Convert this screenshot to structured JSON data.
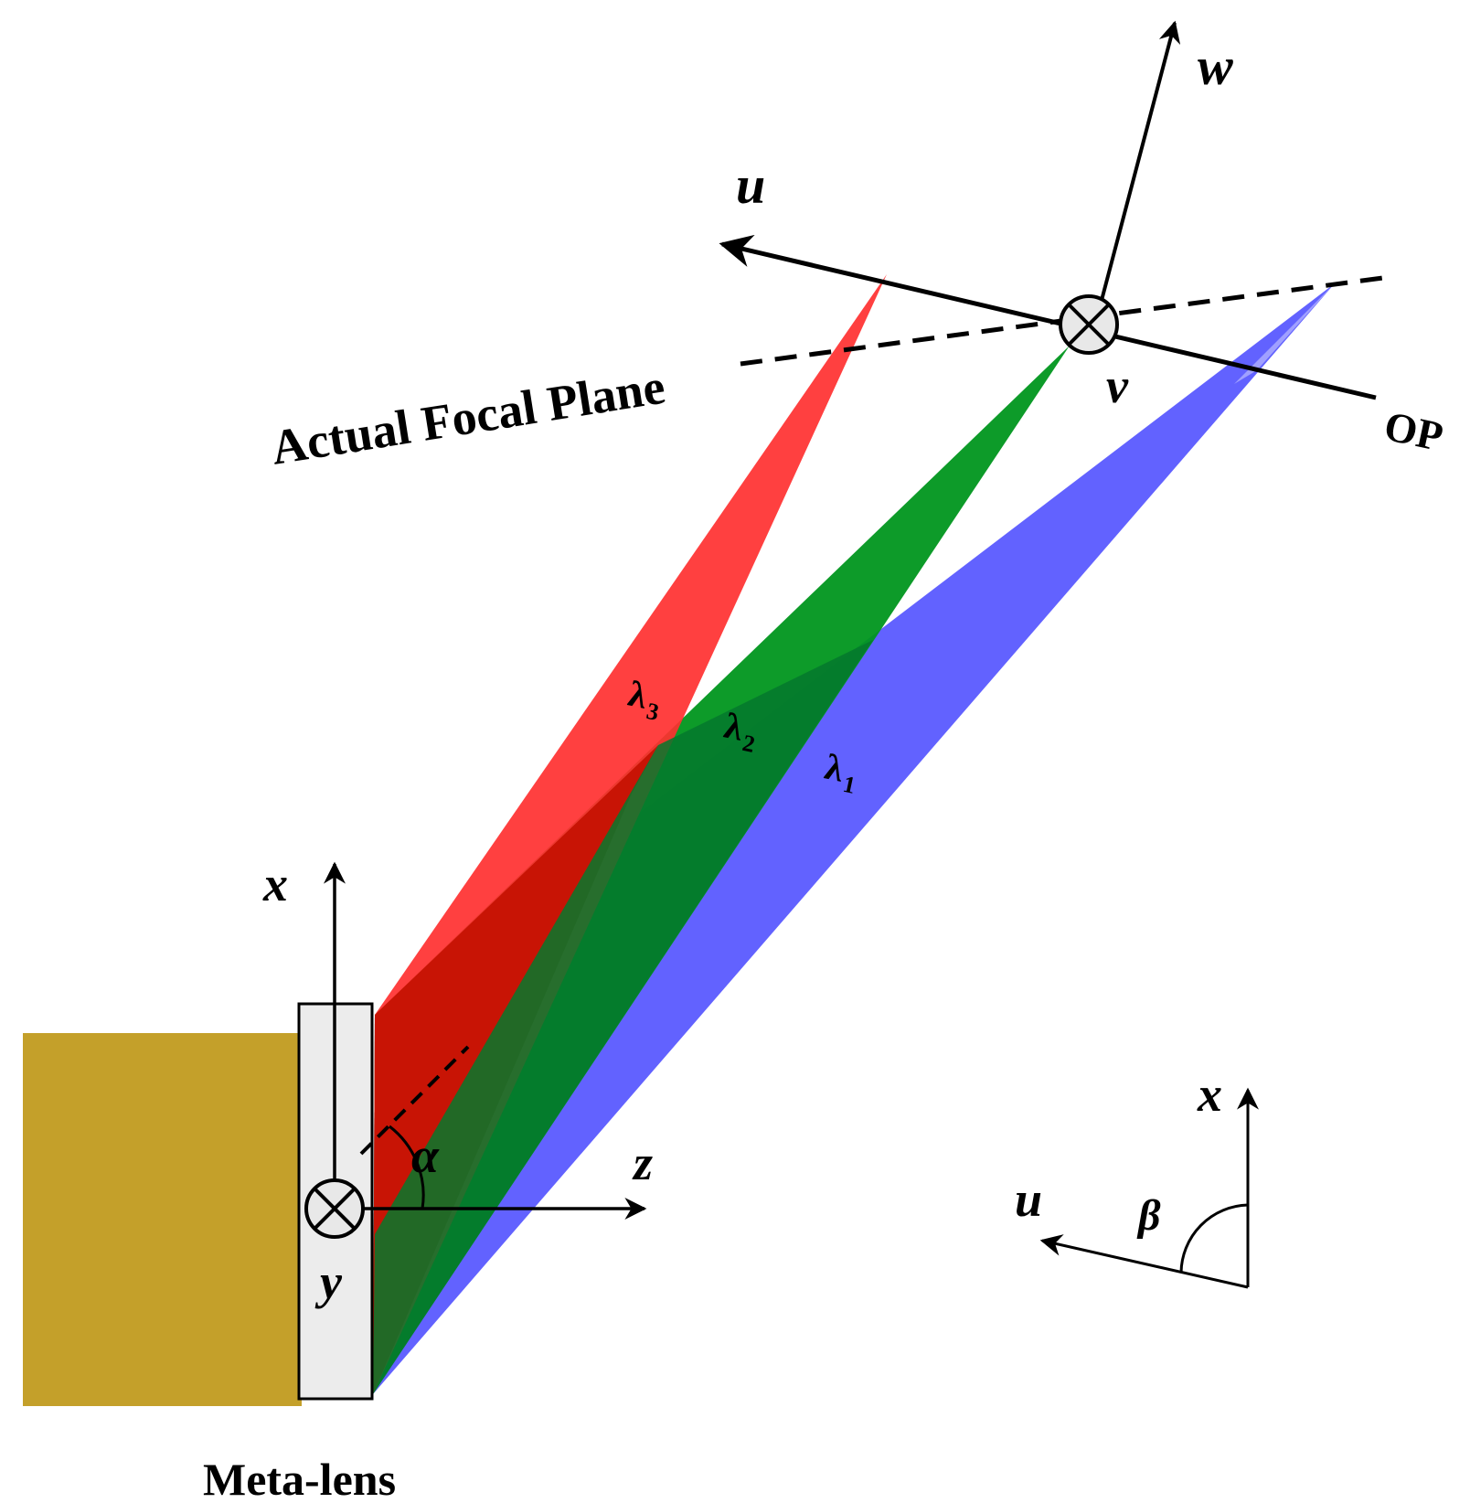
{
  "labels": {
    "meta_lens": "Meta-lens",
    "actual_focal_plane": "Actual Focal Plane",
    "op": "OP",
    "axis_x": "x",
    "axis_y": "y",
    "axis_z": "z",
    "axis_u": "u",
    "axis_v": "v",
    "axis_w": "w",
    "angle_alpha": "α",
    "angle_beta": "β",
    "inset_x": "x",
    "inset_u": "u",
    "lambda_1": "λ",
    "lambda_1_sub": "1",
    "lambda_2": "λ",
    "lambda_2_sub": "2",
    "lambda_3": "λ",
    "lambda_3_sub": "3"
  },
  "colors": {
    "substrate": "#c4a02a",
    "lens_fill": "#ececec",
    "beam_red": "#ff2020",
    "beam_green": "#00961e",
    "beam_blue": "#4040ff",
    "overlap_dark_red": "#c81405",
    "overlap_dark_green": "#05782d",
    "axis": "#000000"
  }
}
